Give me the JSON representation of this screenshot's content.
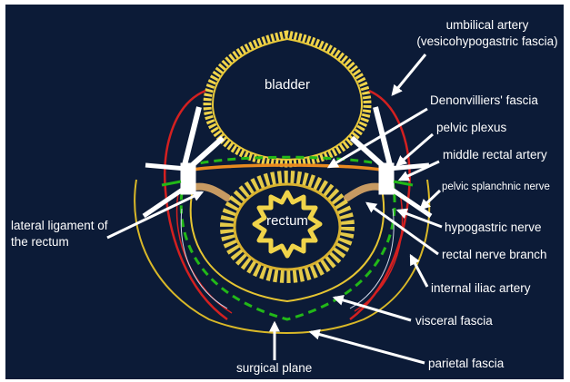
{
  "diagram": {
    "organs": {
      "bladder": "bladder",
      "rectum": "rectum"
    },
    "labels": {
      "umbilical_artery_line1": "umbilical artery",
      "umbilical_artery_line2": "(vesicohypogastric fascia)",
      "denonvilliers": "Denonvilliers' fascia",
      "pelvic_plexus": "pelvic plexus",
      "middle_rectal_artery": "middle rectal artery",
      "pelvic_splanchnic": "pelvic splanchnic nerve",
      "lateral_ligament_line1": "lateral ligament of",
      "lateral_ligament_line2": "the rectum",
      "hypogastric_nerve": "hypogastric nerve",
      "rectal_nerve_branch": "rectal nerve branch",
      "internal_iliac_artery": "internal iliac artery",
      "visceral_fascia": "visceral fascia",
      "parietal_fascia": "parietal fascia",
      "surgical_plane": "surgical plane"
    },
    "colors": {
      "background": "#0c1b37",
      "organ_yellow": "#f0d44a",
      "artery_red": "#d42020",
      "fascia_orange": "#e88a20",
      "surgical_plane_green": "#22b818",
      "parietal_yellow": "#d9b828",
      "nerve_white": "#ffffff",
      "ligament_tan": "#c79a62"
    }
  }
}
